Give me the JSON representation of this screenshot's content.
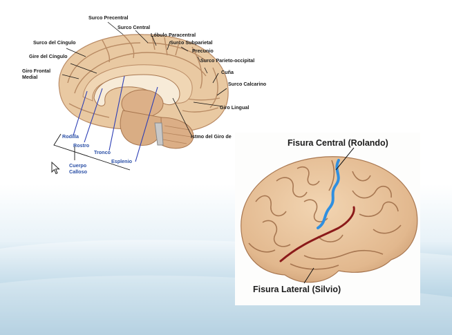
{
  "medial": {
    "labels": {
      "surco_precentral": "Surco Precentral",
      "surco_central": "Surco Central",
      "lobulo_paracentral": "Lóbulo Paracentral",
      "surco_subparietal": "Surco Subparietal",
      "precunio": "Precunio",
      "surco_parieto_occipital": "Surco Parieto-occipital",
      "cuna": "Cuña",
      "surco_calcarino": "Surco Calcarino",
      "giro_lingual": "Giro Lingual",
      "istmo": "Istmo del Giro de",
      "surco_cingulo": "Surco del Cíngulo",
      "giro_cingulo": "Gire del Cíngulo",
      "giro_frontal_1": "Giro Frontal",
      "giro_frontal_2": "Medial",
      "rodilla": "Rodilla",
      "rostro": "Rostro",
      "tronco": "Tronco",
      "esplenio": "Esplenio",
      "cuerpo": "Cuerpo",
      "calloso": "Calloso"
    }
  },
  "lateral": {
    "labels": {
      "fisura_central": "Fisura Central (Rolando)",
      "fisura_lateral": "Fisura Lateral (Silvio)"
    }
  },
  "colors": {
    "brain_fill": "#e9c9a2",
    "brain_shade": "#c99a70",
    "sulcus": "#8a5a3a",
    "central_fissure": "#2f8fe0",
    "lateral_fissure": "#8b1a1a",
    "callosum_lines": "#2b3db5"
  }
}
